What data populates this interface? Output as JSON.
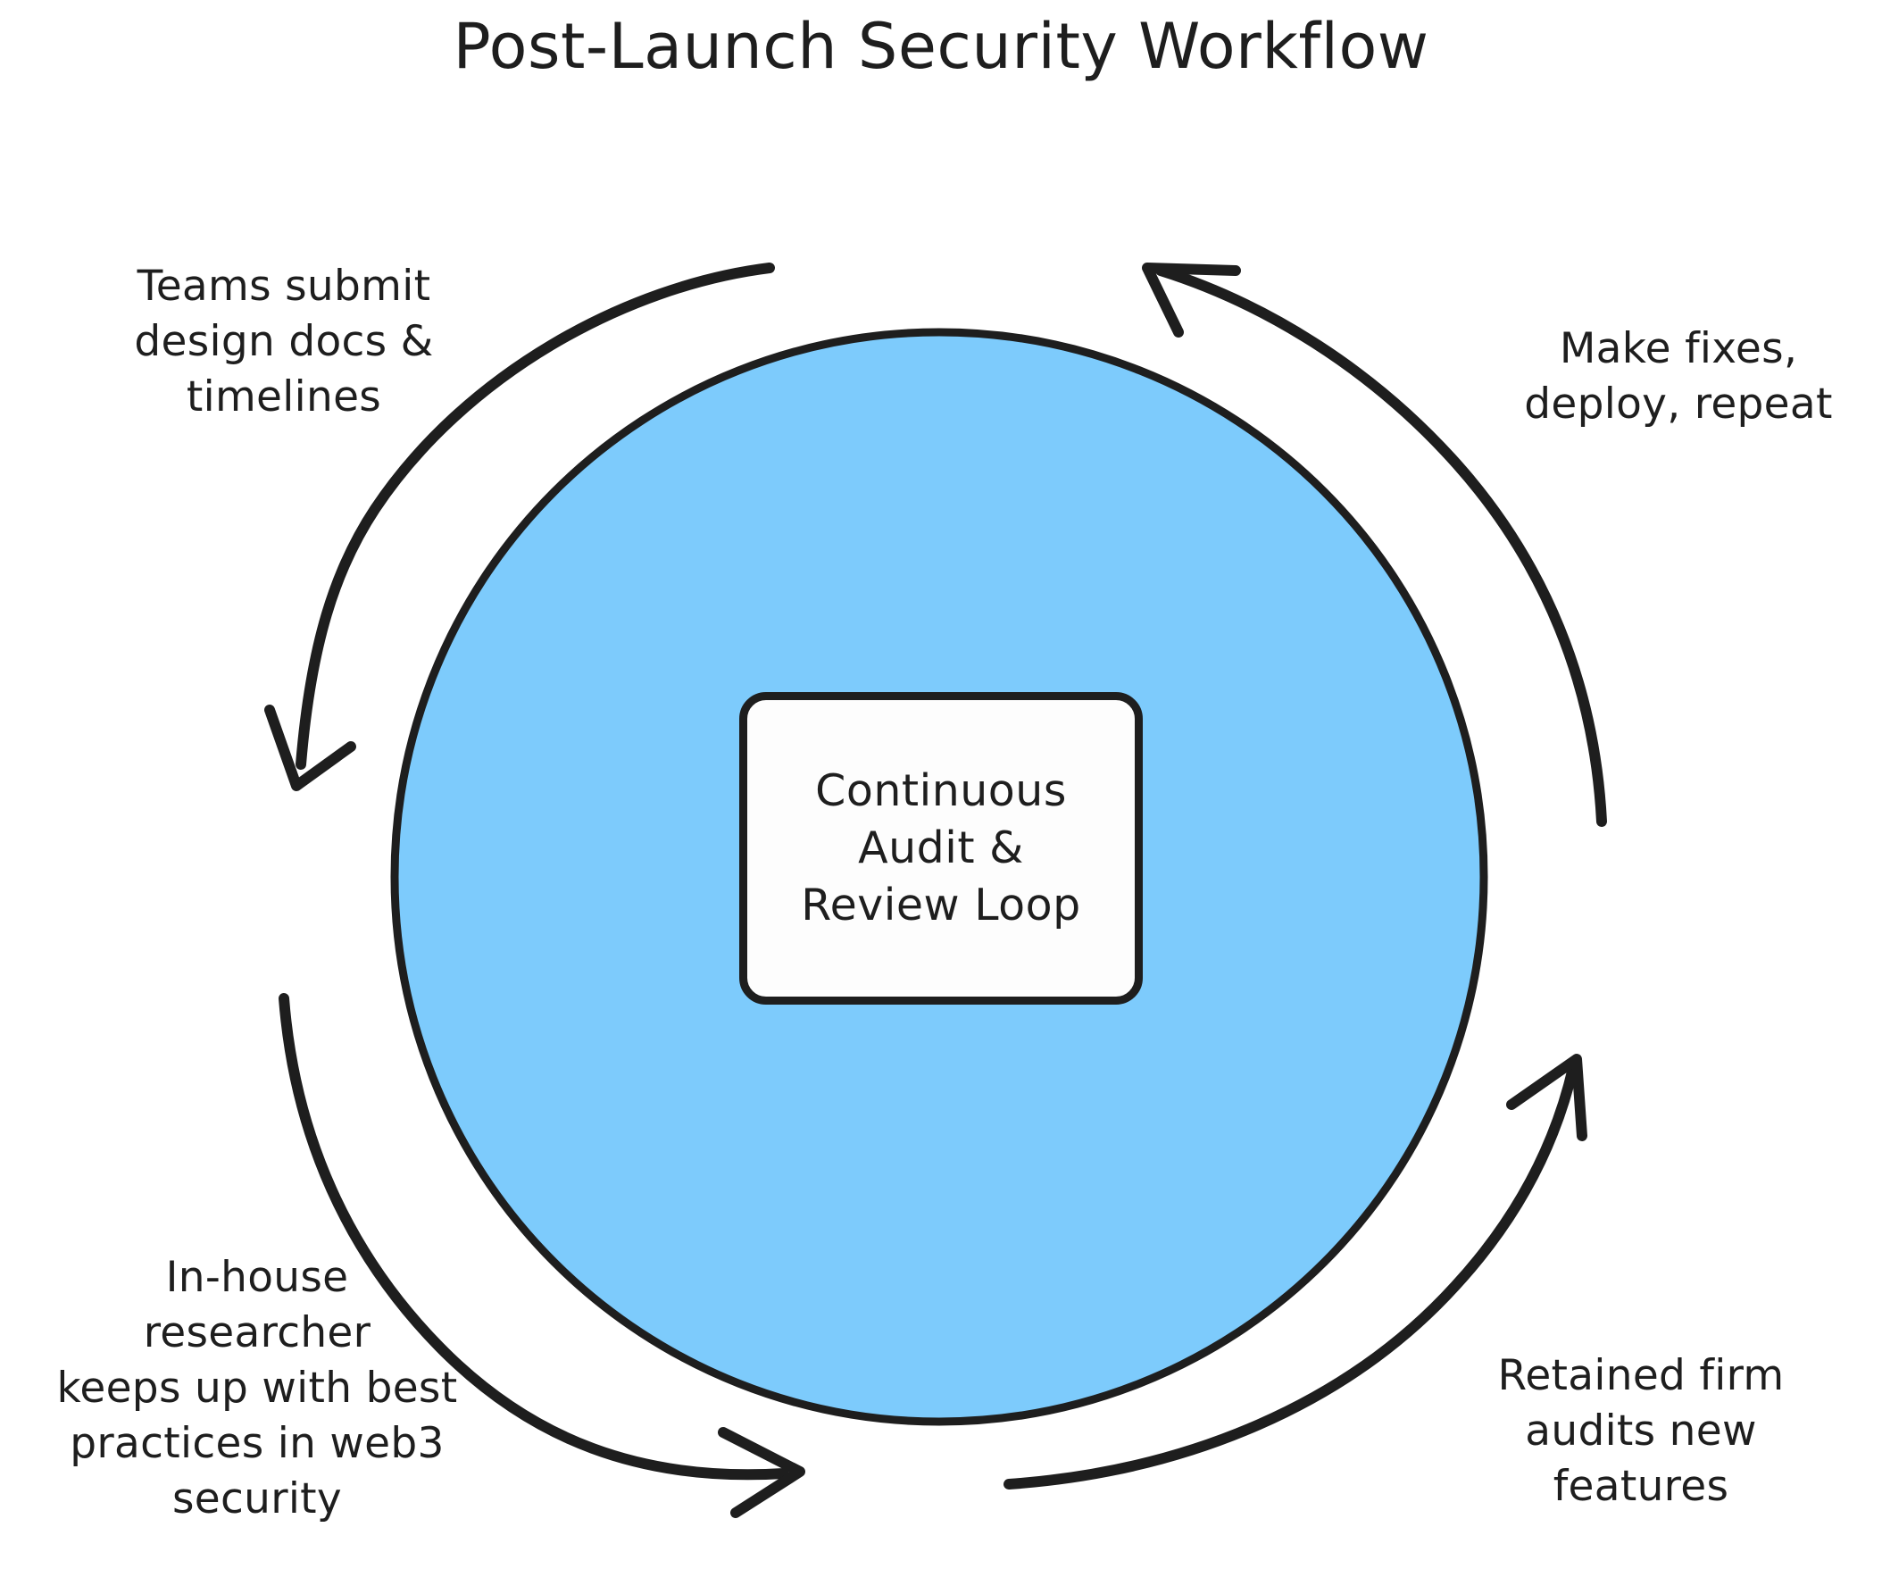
{
  "title": "Post-Launch Security Workflow",
  "colors": {
    "circle_fill": "#7DCBFC",
    "stroke": "#1e1e1e",
    "node_fill": "#fdfdfd",
    "background": "#ffffff"
  },
  "center_node": {
    "label": "Continuous\nAudit &\nReview Loop"
  },
  "edges": [
    {
      "id": "top-left",
      "label": "Teams submit\ndesign docs &\ntimelines"
    },
    {
      "id": "top-right",
      "label": "Make fixes,\ndeploy, repeat"
    },
    {
      "id": "bottom-left",
      "label": "In-house\nresearcher\nkeeps up with best\npractices in web3\nsecurity"
    },
    {
      "id": "bottom-right",
      "label": "Retained firm\naudits new\nfeatures"
    }
  ]
}
